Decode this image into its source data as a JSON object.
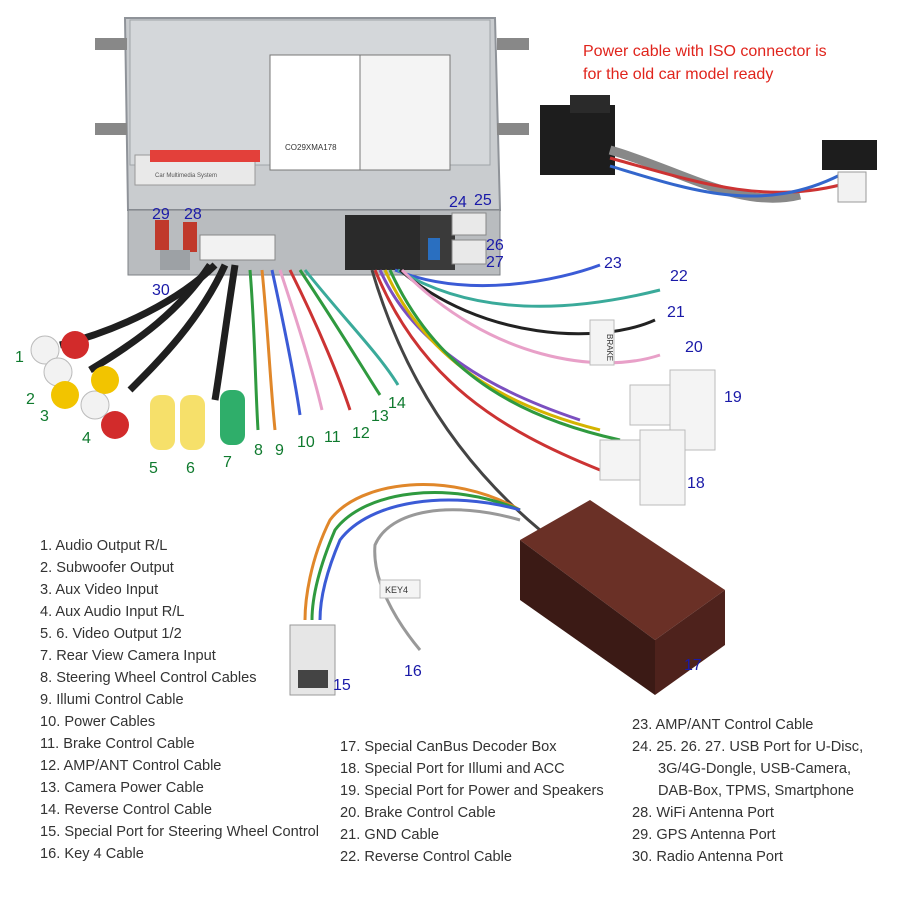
{
  "note": {
    "line1": "Power cable with ISO connector is",
    "line2": "for the old car model ready"
  },
  "callouts": {
    "c1": "1",
    "c2": "2",
    "c3": "3",
    "c4": "4",
    "c5": "5",
    "c6": "6",
    "c7": "7",
    "c8": "8",
    "c9": "9",
    "c10": "10",
    "c11": "11",
    "c12": "12",
    "c13": "13",
    "c14": "14",
    "c15": "15",
    "c16": "16",
    "c17": "17",
    "c18": "18",
    "c19": "19",
    "c20": "20",
    "c21": "21",
    "c22": "22",
    "c23": "23",
    "c24": "24",
    "c25": "25",
    "c26": "26",
    "c27": "27",
    "c28": "28",
    "c29": "29",
    "c30": "30"
  },
  "wire_labels": {
    "brake_tag": "BRAKE",
    "key4_tag": "KEY4",
    "unit_label": "CO29XMA178",
    "unit_caption": "Car Multimedia System"
  },
  "legend_left": [
    "1. Audio Output R/L",
    "2. Subwoofer Output",
    "3. Aux Video Input",
    "4. Aux Audio Input R/L",
    "5. 6. Video Output 1/2",
    "7. Rear View Camera Input",
    "8. Steering Wheel Control Cables",
    "9. Illumi Control Cable",
    "10. Power Cables",
    "11. Brake Control Cable",
    "12. AMP/ANT Control Cable",
    "13. Camera Power Cable",
    "14. Reverse Control Cable",
    "15. Special Port for Steering Wheel Control",
    "16. Key 4 Cable"
  ],
  "legend_middle": [
    "17. Special CanBus Decoder Box",
    "18. Special Port for Illumi and ACC",
    "19. Special Port for Power and Speakers",
    "20. Brake Control Cable",
    "21. GND Cable",
    "22. Reverse Control Cable"
  ],
  "legend_right": [
    "23. AMP/ANT Control Cable",
    "24. 25. 26. 27. USB Port for U-Disc,",
    "3G/4G-Dongle, USB-Camera,",
    "DAB-Box, TPMS, Smartphone",
    "28. WiFi Antenna Port",
    "29. GPS Antenna Port",
    "30. Radio Antenna Port"
  ],
  "colors": {
    "callout_blue": "#1a1aa8",
    "callout_green": "#0f7a2e",
    "note_red": "#e0241c",
    "legend_text": "#333333"
  }
}
